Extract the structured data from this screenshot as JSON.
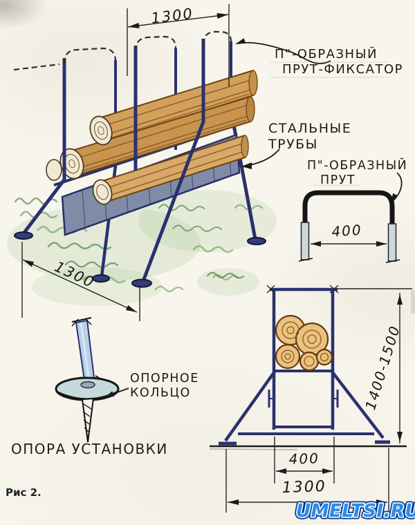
{
  "caption": "Рис 2.",
  "watermark": "UMELTSI.RU",
  "annotations": {
    "fixator_rod": {
      "line1": "П\"-ОБРАЗНЫЙ",
      "line2": "ПРУТ-ФИКСАТОР"
    },
    "steel_pipes": {
      "line1": "СТАЛЬНЫЕ",
      "line2": "ТРУБЫ"
    },
    "u_rod": {
      "line1": "П\"-ОБРАЗНЫЙ",
      "line2": "ПРУТ"
    },
    "support_ring": {
      "line1": "ОПОРНОЕ",
      "line2": "КОЛЬЦО"
    },
    "support": "ОПОРА УСТАНОВКИ"
  },
  "dimensions": {
    "rack_length_top": "1300",
    "rack_depth_left": "1300",
    "u_rod_width": "400",
    "front_height_range": "1400-1500",
    "front_inner_width": "400",
    "front_base_width": "1300"
  },
  "colors": {
    "frame": "#2a3170",
    "log_fill": "#d3a05c",
    "log_outline": "#6e4312",
    "panel": "#808ca6",
    "grass": "#4a8a42",
    "ink": "#1b1b1b",
    "watermark_blue": "#2e8ae6"
  }
}
